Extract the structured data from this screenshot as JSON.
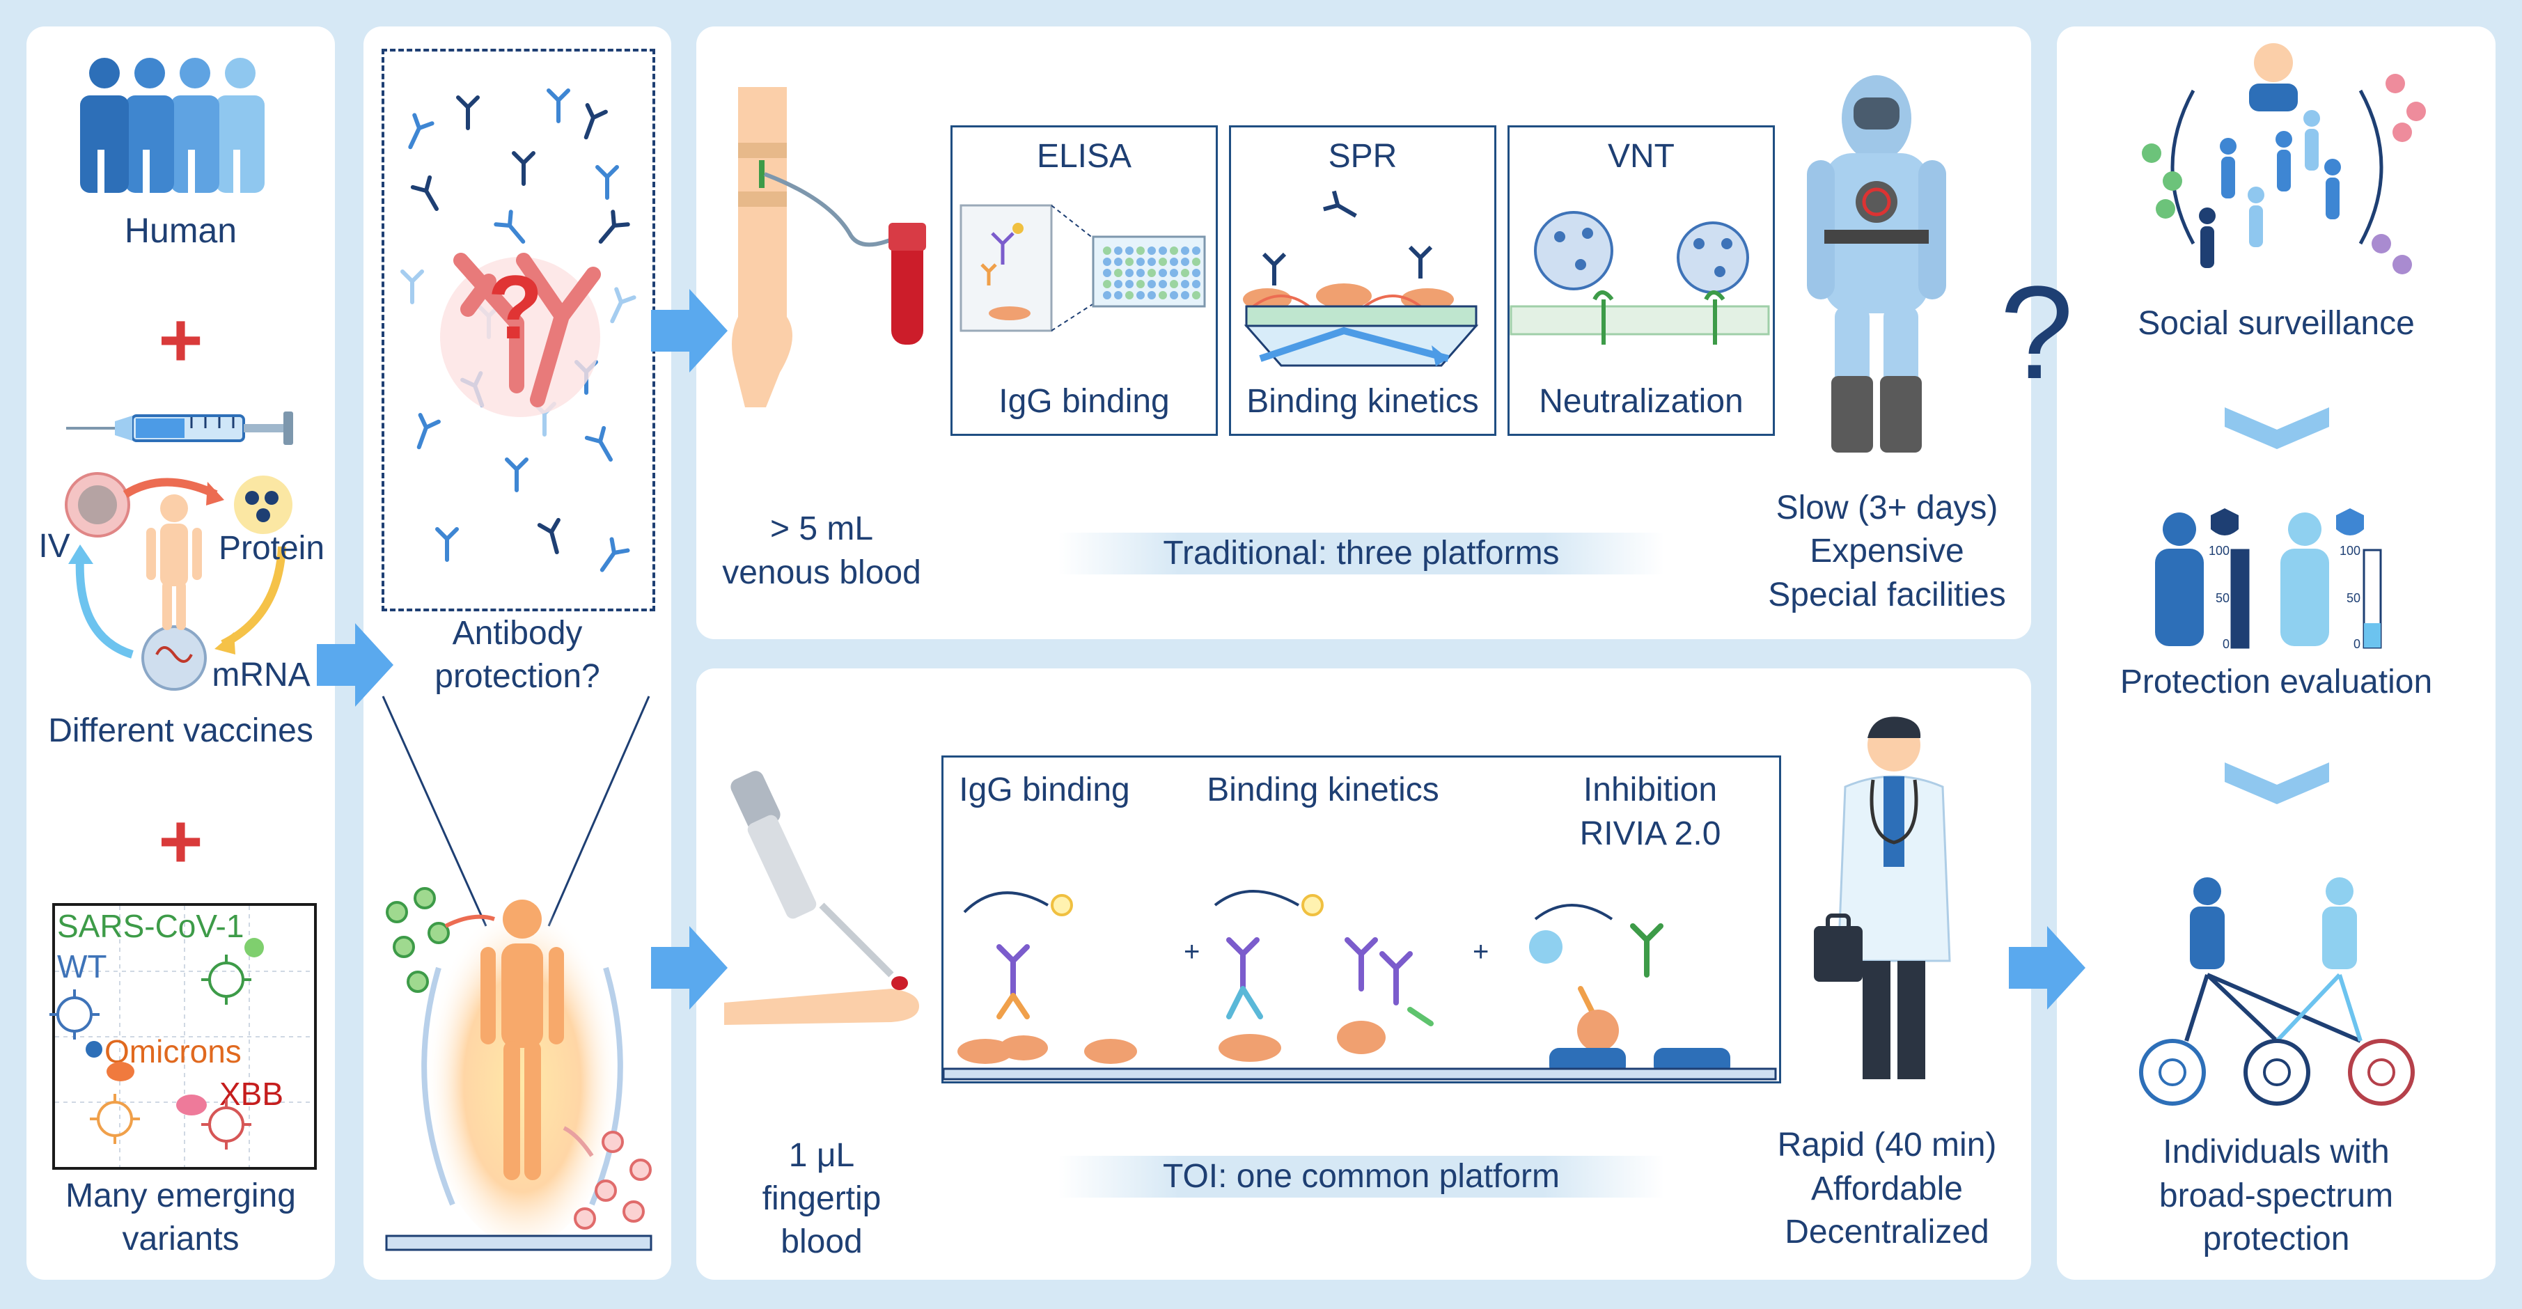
{
  "col1": {
    "human_label": "Human",
    "vaccines": {
      "iv": "IV",
      "protein": "Protein",
      "mrna": "mRNA",
      "caption": "Different vaccines"
    },
    "variants": {
      "sars": "SARS-CoV-1",
      "wt": "WT",
      "omicrons": "Omicrons",
      "xbb": "XBB",
      "caption_line1": "Many emerging",
      "caption_line2": "variants"
    },
    "plus": "+"
  },
  "col2": {
    "question_line1": "Antibody",
    "question_line2": "protection?",
    "question_mark": "?"
  },
  "traditional": {
    "blood_line1": "> 5 mL",
    "blood_line2": "venous blood",
    "boxes": [
      {
        "title": "ELISA",
        "caption": "IgG binding"
      },
      {
        "title": "SPR",
        "caption": "Binding kinetics"
      },
      {
        "title": "VNT",
        "caption": "Neutralization"
      }
    ],
    "band_label": "Traditional: three platforms",
    "drawbacks": [
      "Slow (3+ days)",
      "Expensive",
      "Special facilities"
    ]
  },
  "toi": {
    "blood_line1": "1 μL",
    "blood_line2": "fingertip",
    "blood_line3": "blood",
    "steps": [
      "IgG binding",
      "Binding kinetics",
      "Inhibition",
      "RIVIA 2.0"
    ],
    "plus": "+",
    "band_label": "TOI: one common platform",
    "advantages": [
      "Rapid (40 min)",
      "Affordable",
      "Decentralized"
    ]
  },
  "col4": {
    "question_mark": "?",
    "social": "Social surveillance",
    "protection": "Protection evaluation",
    "scale_ticks": [
      "100",
      "50",
      "0"
    ],
    "result_line1": "Individuals with",
    "result_line2": "broad-spectrum",
    "result_line3": "protection"
  },
  "colors": {
    "navy": "#1e3f73",
    "red": "#c0392b",
    "blue_arrow": "#5aa9ee",
    "background": "#d6e8f5"
  }
}
